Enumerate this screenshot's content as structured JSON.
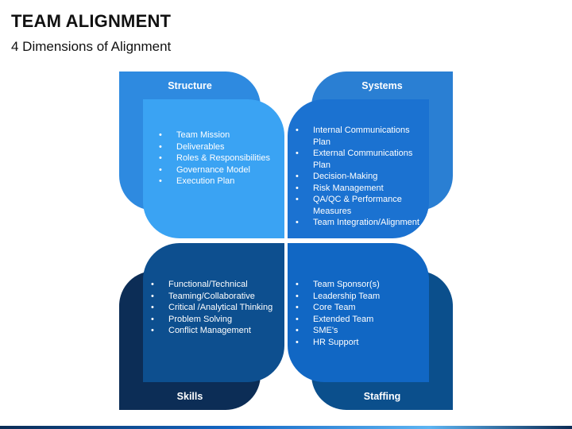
{
  "title": "TEAM ALIGNMENT",
  "subtitle": "4 Dimensions of Alignment",
  "quadrants": {
    "structure": {
      "label": "Structure",
      "items": [
        "Team Mission",
        "Deliverables",
        "Roles & Responsibilities",
        "Governance Model",
        "Execution Plan"
      ]
    },
    "systems": {
      "label": "Systems",
      "items": [
        "Internal Communications Plan",
        "External Communications Plan",
        "Decision-Making",
        "Risk Management",
        "QA/QC & Performance Measures",
        "Team Integration/Alignment"
      ]
    },
    "skills": {
      "label": "Skills",
      "items": [
        "Functional/Technical",
        "Teaming/Collaborative",
        "Critical /Analytical Thinking",
        "Problem Solving",
        "Conflict Management"
      ]
    },
    "staffing": {
      "label": "Staffing",
      "items": [
        "Team Sponsor(s)",
        "Leadership Team",
        "Core Team",
        "Extended Team",
        "SME's",
        "HR Support"
      ]
    }
  },
  "colors": {
    "structure_tab": "#2e8ae0",
    "structure_card": "#3aa3f3",
    "systems_tab": "#2a7fd3",
    "systems_card": "#1b72d1",
    "skills_tab": "#0c2d56",
    "skills_card": "#0d4f8f",
    "staffing_tab": "#0b4f8c",
    "staffing_card": "#1167c4"
  }
}
